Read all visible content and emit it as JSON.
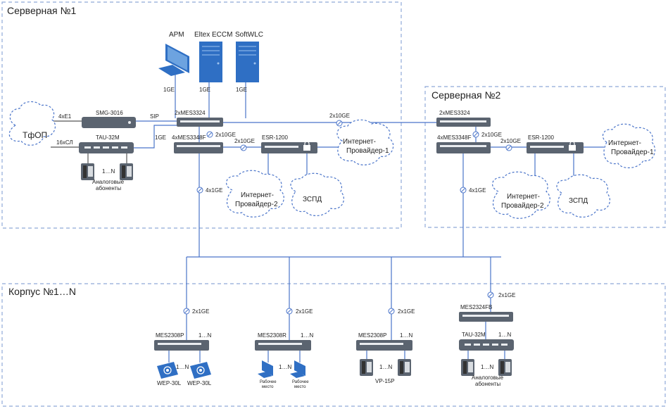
{
  "zones": {
    "server1": "Серверная №1",
    "server2": "Серверная №2",
    "building": "Корпус №1…N"
  },
  "server1": {
    "arm": "АРМ",
    "eltex_eccm": "Eltex ECCM",
    "softwlc": "SoftWLC",
    "link_arm": "1GE",
    "link_eccm": "1GE",
    "link_softwlc": "1GE",
    "core_switch": "2xMES3324",
    "agg_switch": "4xMES3348F",
    "link_core_agg": "2x10GE",
    "link_agg_esr": "2x10GE",
    "esr": "ESR-1200",
    "isp1": "Интернет-Провайдер-1",
    "isp2": "Интернет-Провайдер-2",
    "zspd": "ЗСПД",
    "tfop": "ТфОП",
    "smg": "SMG-3016",
    "tau": "TAU-32M",
    "link_tfop_smg": "4xE1",
    "link_tfop_tau": "16xСЛ",
    "sip": "SIP",
    "link_tau_core": "1GE",
    "phones_range": "1…N",
    "analog_subscribers": "Аналоговые абоненты",
    "link_down": "4x1GE"
  },
  "link_between": "2x10GE",
  "server2": {
    "core_switch": "2xMES3324",
    "agg_switch": "4xMES3348F",
    "link_core_agg": "2x10GE",
    "link_agg_esr": "2x10GE",
    "esr": "ESR-1200",
    "isp1": "Интернет-Провайдер-1",
    "isp2": "Интернет-Провайдер-2",
    "zspd": "ЗСПД",
    "link_down": "4x1GE"
  },
  "building": {
    "b1": {
      "link": "2x1GE",
      "switch": "MES2308P",
      "range": "1…N",
      "ap_range": "1…N",
      "ap1": "WEP-30L",
      "ap2": "WEP-30L"
    },
    "b2": {
      "link": "2x1GE",
      "switch": "MES2308R",
      "range": "1…N",
      "pc_range": "1…N",
      "pc1": "Рабочее место",
      "pc2": "Рабочее место"
    },
    "b3": {
      "link": "2x1GE",
      "switch": "MES2308P",
      "range": "1…N",
      "phone_range": "1…N",
      "phone_label": "VP-15P"
    },
    "b4": {
      "link": "2x1GE",
      "switch": "MES2324FB",
      "tau": "TAU-32M",
      "range": "1…N",
      "phone_range": "1…N",
      "subscribers": "Аналоговые абоненты"
    }
  },
  "colors": {
    "line": "#4a74c9",
    "zone_border": "#8fa9d8",
    "device": "#5b6470",
    "server": "#2f6fc4"
  }
}
